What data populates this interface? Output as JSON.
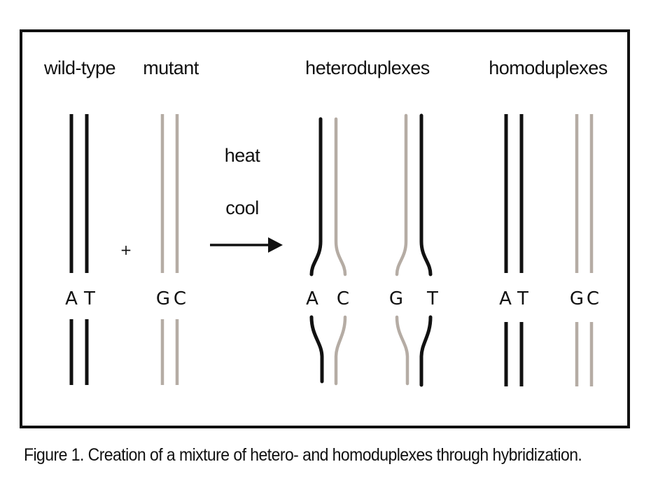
{
  "headings": {
    "wild_type": "wild-type",
    "mutant": "mutant",
    "heteroduplexes": "heteroduplexes",
    "homoduplexes": "homoduplexes"
  },
  "plus": "+",
  "steps": {
    "heat": "heat",
    "cool": "cool"
  },
  "bases": {
    "wild_type": [
      "A",
      "T"
    ],
    "mutant": [
      "G",
      "C"
    ],
    "hetero_1": [
      "A",
      "C"
    ],
    "hetero_2": [
      "G",
      "T"
    ],
    "homo_wild": [
      "A",
      "T"
    ],
    "homo_mutant": [
      "G",
      "C"
    ]
  },
  "caption": "Figure 1. Creation of a mixture of hetero- and homoduplexes through hybridization.",
  "colors": {
    "wild_strand": "#111111",
    "mutant_strand": "#b5aca4",
    "frame": "#111111"
  }
}
